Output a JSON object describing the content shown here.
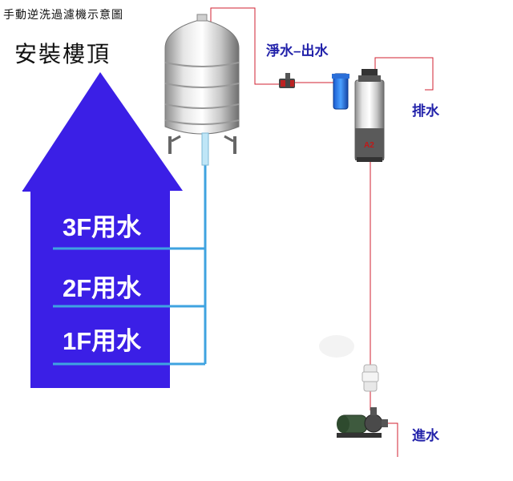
{
  "diagram": {
    "title": "手動逆洗過濾機示意圖",
    "roof_label": "安裝樓頂",
    "floors": [
      "3F用水",
      "2F用水",
      "1F用水"
    ],
    "labels": {
      "clean_water_out": "淨水–出水",
      "drain": "排水",
      "water_in": "進水",
      "filter_mark": "A2"
    },
    "colors": {
      "house": "#3b1fe6",
      "water_pipe": "#3fa3e0",
      "red_line": "#d02030",
      "label_blue": "#2222aa"
    }
  }
}
